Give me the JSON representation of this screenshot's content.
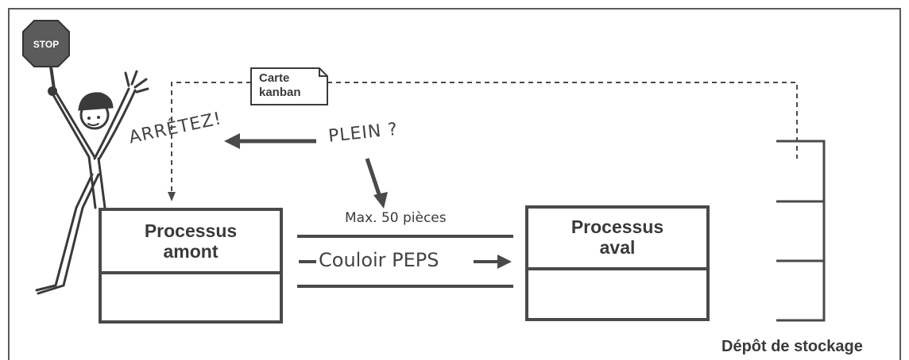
{
  "stop_sign": {
    "text": "STOP"
  },
  "labels": {
    "card": "Carte\nkanban",
    "stop_shout": "ARRÊTEZ!",
    "full_question": "PLEIN ?",
    "max_capacity": "Max. 50 pièces",
    "fifo_lane": "Couloir PEPS",
    "storage": "Dépôt de stockage"
  },
  "processes": {
    "upstream": "Processus\namont",
    "downstream": "Processus\naval"
  },
  "colors": {
    "ink": "#3a3a3a",
    "stop_sign_fill": "#5b5b5b",
    "line": "#4a4a4a"
  }
}
